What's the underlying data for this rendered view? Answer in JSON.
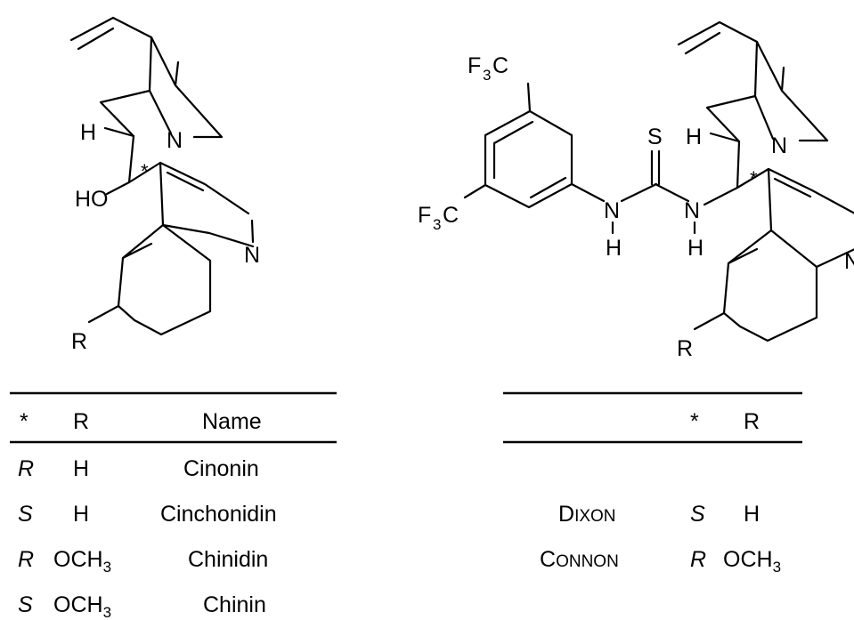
{
  "molecule_left": {
    "labels": {
      "H": "H",
      "N_bridge": "N",
      "star": "*",
      "HO": "HO",
      "N_ring": "N",
      "R": "R"
    }
  },
  "molecule_right": {
    "labels": {
      "cf3_top_F": "F",
      "cf3_top_3": "3",
      "cf3_top_C": "C",
      "cf3_bottom_F": "F",
      "cf3_bottom_3": "3",
      "cf3_bottom_C": "C",
      "S": "S",
      "NH_left_N": "N",
      "NH_left_H": "H",
      "NH_right_N": "N",
      "NH_right_H": "H",
      "H": "H",
      "N_bridge": "N",
      "star": "*",
      "N_ring": "N",
      "R": "R"
    }
  },
  "table_left": {
    "headers": [
      "*",
      "R",
      "Name"
    ],
    "rows": [
      {
        "config": "R",
        "r": "H",
        "r_sub": "",
        "name": "Cinonin"
      },
      {
        "config": "S",
        "r": "H",
        "r_sub": "",
        "name": "Cinchonidin"
      },
      {
        "config": "R",
        "r": "OCH",
        "r_sub": "3",
        "name": "Chinidin"
      },
      {
        "config": "S",
        "r": "OCH",
        "r_sub": "3",
        "name": "Chinin"
      }
    ]
  },
  "table_right": {
    "headers": [
      "*",
      "R"
    ],
    "rows": [
      {
        "name_initial": "D",
        "name_rest": "IXON",
        "config": "S",
        "r": "H",
        "r_sub": ""
      },
      {
        "name_initial": "C",
        "name_rest": "ONNON",
        "config": "R",
        "r": "OCH",
        "r_sub": "3"
      }
    ]
  }
}
